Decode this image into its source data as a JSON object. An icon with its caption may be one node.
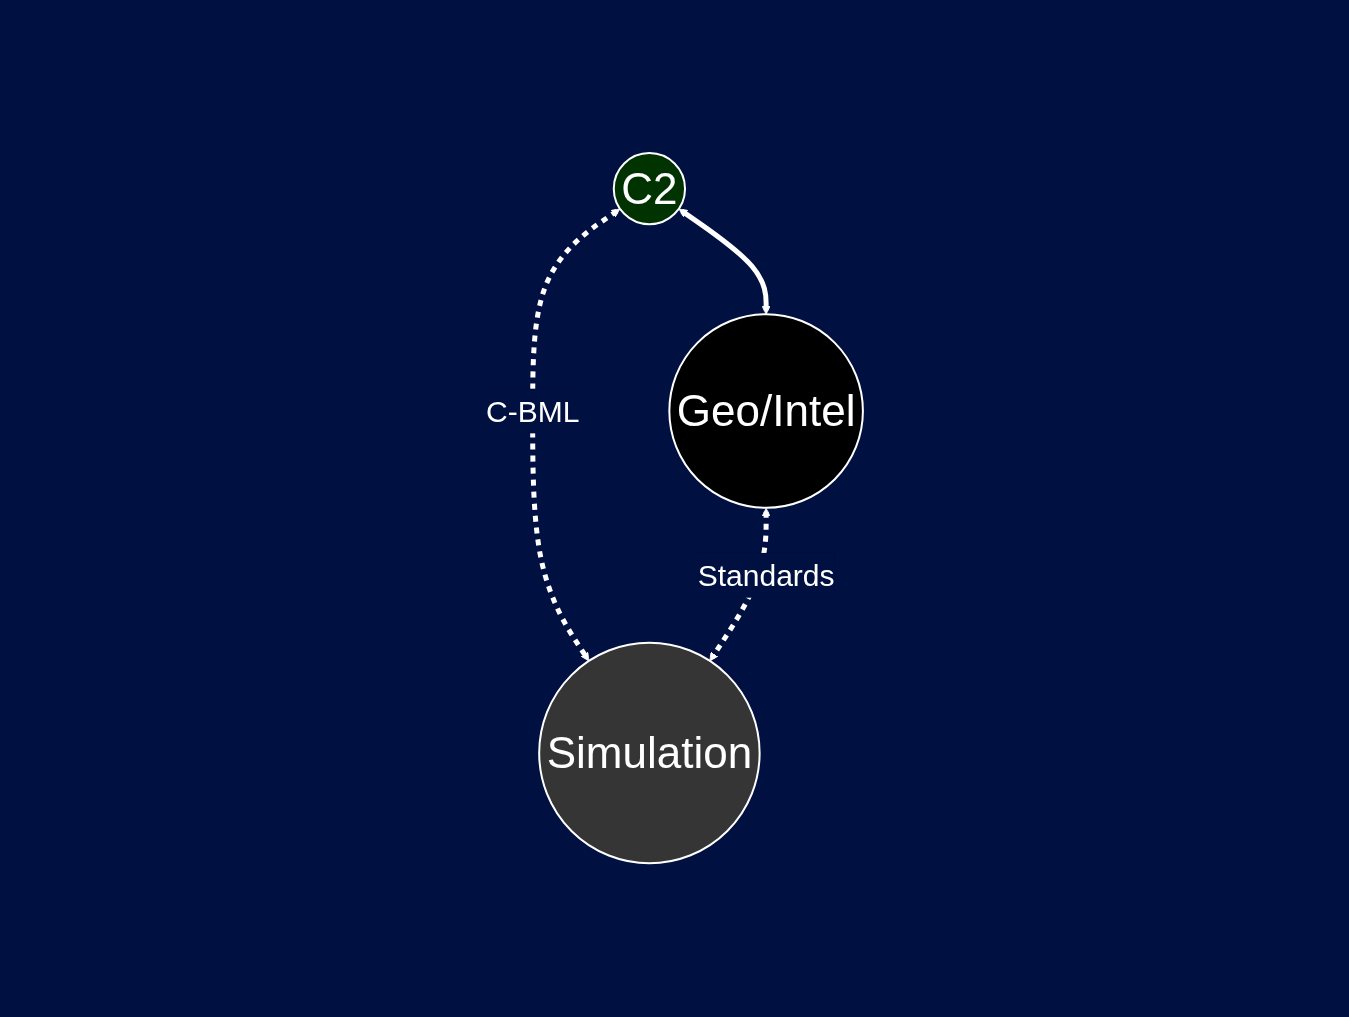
{
  "diagram": {
    "nodes": [
      {
        "text": [
          "C2"
        ]
      },
      {
        "text": [
          "Geo/Intel"
        ]
      },
      {
        "text": [
          "Simulation"
        ]
      }
    ],
    "edges": [
      {
        "from": 0,
        "to": 1,
        "arrow": "both"
      },
      {
        "from": 0,
        "to": 2,
        "arrow": "both",
        "style": "dashed",
        "label": "C-BML"
      },
      {
        "from": 1,
        "to": 2,
        "arrow": "both",
        "style": "dashed",
        "label": "Standards"
      }
    ]
  }
}
